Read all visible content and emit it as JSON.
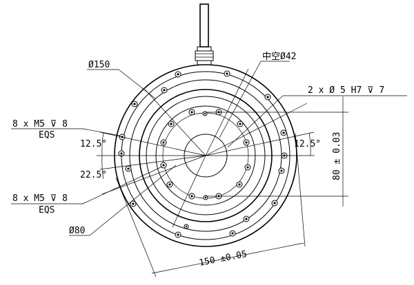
{
  "drawing": {
    "outer_dia_label": "Ø150",
    "hollow_label": "中空Ø42",
    "pin_hole_label": "2 x  Ø  5 H7 ⊽  7",
    "m5_top_label": "8 x  M5 ⊽  8",
    "eqs_top_label": "EQS",
    "m5_bot_label": "8 x  M5 ⊽  8",
    "eqs_bot_label": "EQS",
    "angle_left_top": "12.5°",
    "angle_right": "12.5°",
    "angle_left_bot": "22.5°",
    "inner_dia_label": "Ø80",
    "width_dim_label": "150  ±0.05",
    "height_dim_label": "80  ± 0.03"
  }
}
